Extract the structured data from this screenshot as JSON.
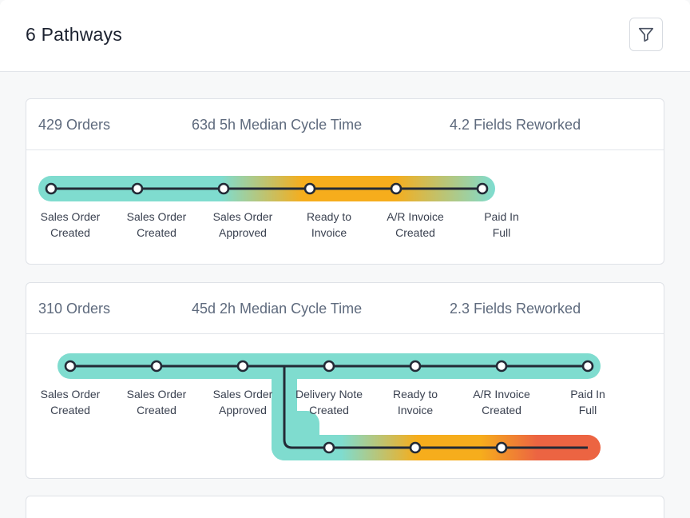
{
  "header": {
    "title": "6 Pathways",
    "filter_icon": "filter-icon"
  },
  "pathways": [
    {
      "orders": "429 Orders",
      "cycle_time": "63d 5h Median Cycle Time",
      "fields_reworked": "4.2 Fields Reworked",
      "steps": [
        {
          "line1": "Sales Order",
          "line2": "Created"
        },
        {
          "line1": "Sales Order",
          "line2": "Created"
        },
        {
          "line1": "Sales Order",
          "line2": "Approved"
        },
        {
          "line1": "Ready to",
          "line2": "Invoice"
        },
        {
          "line1": "A/R Invoice",
          "line2": "Created"
        },
        {
          "line1": "Paid In",
          "line2": "Full"
        }
      ]
    },
    {
      "orders": "310 Orders",
      "cycle_time": "45d 2h Median Cycle Time",
      "fields_reworked": "2.3 Fields Reworked",
      "steps": [
        {
          "line1": "Sales Order",
          "line2": "Created"
        },
        {
          "line1": "Sales Order",
          "line2": "Created"
        },
        {
          "line1": "Sales Order",
          "line2": "Approved"
        },
        {
          "line1": "Delivery Note",
          "line2": "Created"
        },
        {
          "line1": "Ready to",
          "line2": "Invoice"
        },
        {
          "line1": "A/R Invoice",
          "line2": "Created"
        },
        {
          "line1": "Paid In",
          "line2": "Full"
        }
      ]
    }
  ],
  "colors": {
    "track_teal": "#7fdccf",
    "track_amber": "#f6ad1c",
    "track_red": "#ec6442",
    "line": "#232a36"
  }
}
